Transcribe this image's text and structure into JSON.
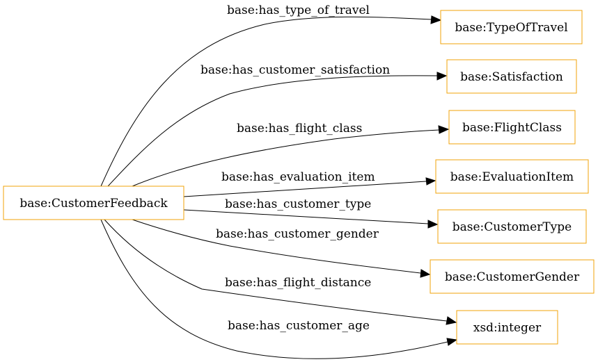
{
  "diagram": {
    "type": "ontology-graph",
    "colors": {
      "node_border": "#f0a30a",
      "edge": "#000000",
      "text": "#000000",
      "background": "#ffffff"
    },
    "nodes": {
      "source": "base:CustomerFeedback",
      "type_of_travel": "base:TypeOfTravel",
      "satisfaction": "base:Satisfaction",
      "flight_class": "base:FlightClass",
      "evaluation_item": "base:EvaluationItem",
      "customer_type": "base:CustomerType",
      "customer_gender": "base:CustomerGender",
      "integer": "xsd:integer"
    },
    "edges": {
      "has_type_of_travel": "base:has_type_of_travel",
      "has_customer_satisfaction": "base:has_customer_satisfaction",
      "has_flight_class": "base:has_flight_class",
      "has_evaluation_item": "base:has_evaluation_item",
      "has_customer_type": "base:has_customer_type",
      "has_customer_gender": "base:has_customer_gender",
      "has_flight_distance": "base:has_flight_distance",
      "has_customer_age": "base:has_customer_age"
    },
    "relations": [
      {
        "from": "source",
        "edge": "has_type_of_travel",
        "to": "type_of_travel"
      },
      {
        "from": "source",
        "edge": "has_customer_satisfaction",
        "to": "satisfaction"
      },
      {
        "from": "source",
        "edge": "has_flight_class",
        "to": "flight_class"
      },
      {
        "from": "source",
        "edge": "has_evaluation_item",
        "to": "evaluation_item"
      },
      {
        "from": "source",
        "edge": "has_customer_type",
        "to": "customer_type"
      },
      {
        "from": "source",
        "edge": "has_customer_gender",
        "to": "customer_gender"
      },
      {
        "from": "source",
        "edge": "has_flight_distance",
        "to": "integer"
      },
      {
        "from": "source",
        "edge": "has_customer_age",
        "to": "integer"
      }
    ]
  }
}
